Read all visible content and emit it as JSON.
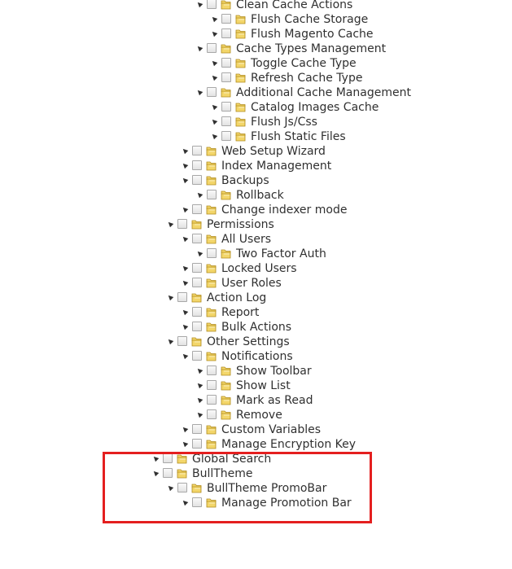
{
  "tree": {
    "nodes": [
      {
        "label": "Clean Cache Actions",
        "depth": 3
      },
      {
        "label": "Flush Cache Storage",
        "depth": 4
      },
      {
        "label": "Flush Magento Cache",
        "depth": 4
      },
      {
        "label": "Cache Types Management",
        "depth": 3
      },
      {
        "label": "Toggle Cache Type",
        "depth": 4
      },
      {
        "label": "Refresh Cache Type",
        "depth": 4
      },
      {
        "label": "Additional Cache Management",
        "depth": 3
      },
      {
        "label": "Catalog Images Cache",
        "depth": 4
      },
      {
        "label": "Flush Js/Css",
        "depth": 4
      },
      {
        "label": "Flush Static Files",
        "depth": 4
      },
      {
        "label": "Web Setup Wizard",
        "depth": 2
      },
      {
        "label": "Index Management",
        "depth": 2
      },
      {
        "label": "Backups",
        "depth": 2
      },
      {
        "label": "Rollback",
        "depth": 3
      },
      {
        "label": "Change indexer mode",
        "depth": 2
      },
      {
        "label": "Permissions",
        "depth": 1
      },
      {
        "label": "All Users",
        "depth": 2
      },
      {
        "label": "Two Factor Auth",
        "depth": 3
      },
      {
        "label": "Locked Users",
        "depth": 2
      },
      {
        "label": "User Roles",
        "depth": 2
      },
      {
        "label": "Action Log",
        "depth": 1
      },
      {
        "label": "Report",
        "depth": 2
      },
      {
        "label": "Bulk Actions",
        "depth": 2
      },
      {
        "label": "Other Settings",
        "depth": 1
      },
      {
        "label": "Notifications",
        "depth": 2
      },
      {
        "label": "Show Toolbar",
        "depth": 3
      },
      {
        "label": "Show List",
        "depth": 3
      },
      {
        "label": "Mark as Read",
        "depth": 3
      },
      {
        "label": "Remove",
        "depth": 3
      },
      {
        "label": "Custom Variables",
        "depth": 2
      },
      {
        "label": "Manage Encryption Key",
        "depth": 2
      },
      {
        "label": "Global Search",
        "depth": 0
      },
      {
        "label": "BullTheme",
        "depth": 0
      },
      {
        "label": "BullTheme PromoBar",
        "depth": 1
      },
      {
        "label": "Manage Promotion Bar",
        "depth": 2
      }
    ]
  },
  "colors": {
    "highlight_border": "#e41f1f",
    "folder_fill": "#f3d66a",
    "folder_stroke": "#b08a1c",
    "text": "#303030"
  },
  "icons": {
    "expand": "▲",
    "checkbox": "checkbox-icon",
    "folder": "folder-icon"
  }
}
